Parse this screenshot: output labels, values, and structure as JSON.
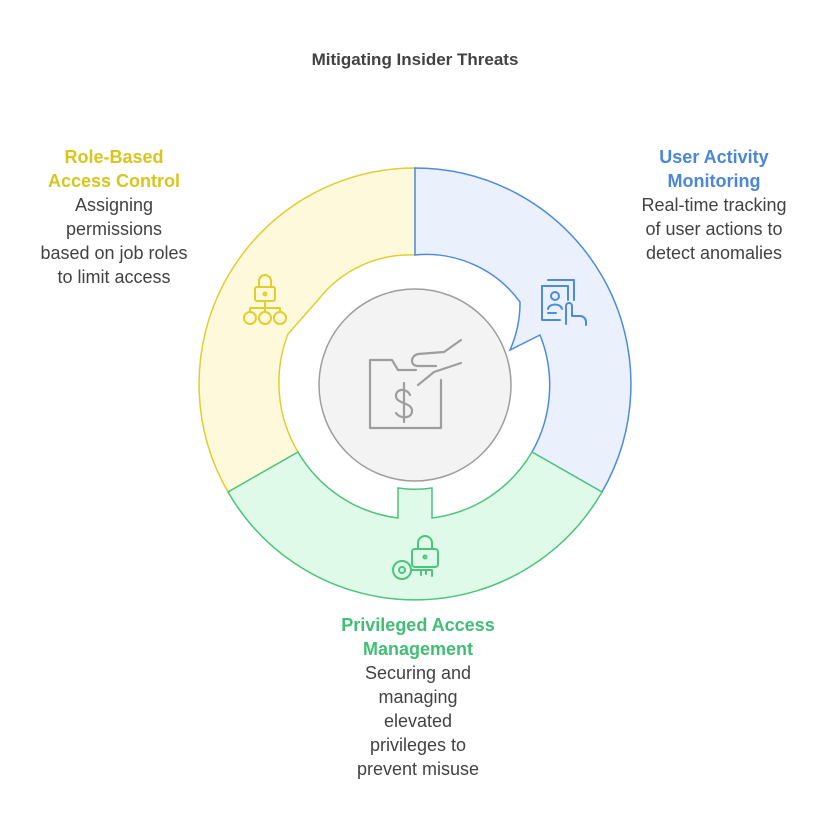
{
  "title": "Mitigating Insider Threats",
  "colors": {
    "yellow_fill": "#FFF9DB",
    "yellow_stroke": "#E0CE30",
    "yellow_text": "#D9C51E",
    "blue_fill": "#EAF1FD",
    "blue_stroke": "#4C8BE0",
    "blue_text": "#4A86DB",
    "green_fill": "#E0FAEA",
    "green_stroke": "#4CC47C",
    "green_text": "#3FBF73",
    "center_fill": "#F3F3F3",
    "center_stroke": "#9E9E9E",
    "text": "#424242"
  },
  "segments": [
    {
      "id": "rbac",
      "heading": "Role-Based Access Control",
      "heading_lines": [
        "Role-Based",
        "Access Control"
      ],
      "description_lines": [
        "Assigning",
        "permissions",
        "based on job roles",
        "to limit access"
      ],
      "icon": "role-hierarchy-lock-icon"
    },
    {
      "id": "uam",
      "heading": "User Activity Monitoring",
      "heading_lines": [
        "User Activity",
        "Monitoring"
      ],
      "description_lines": [
        "Real-time tracking",
        "of user actions to",
        "detect anomalies"
      ],
      "icon": "user-document-touch-icon"
    },
    {
      "id": "pam",
      "heading": "Privileged Access Management",
      "heading_lines": [
        "Privileged Access",
        "Management"
      ],
      "description_lines": [
        "Securing and",
        "managing",
        "elevated",
        "privileges to",
        "prevent misuse"
      ],
      "icon": "key-lock-icon"
    }
  ],
  "center_icon": "hand-money-folder-icon"
}
